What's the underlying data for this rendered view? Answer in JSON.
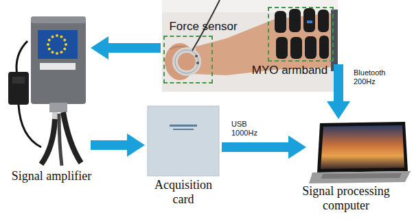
{
  "diagram": {
    "nodes": [
      {
        "text": [
          "Force sensor"
        ]
      },
      {
        "text": [
          "MYO armband"
        ]
      },
      {
        "text": [
          "Signal amplifier"
        ]
      },
      {
        "text": [
          "Acquisition card"
        ]
      },
      {
        "text": [
          "Signal processing computer"
        ]
      }
    ],
    "edges": [
      {
        "from": 0,
        "to": 2,
        "arrow": "to"
      },
      {
        "from": 2,
        "to": 3,
        "arrow": "to"
      },
      {
        "from": 3,
        "to": 4,
        "label": "USB 1000Hz",
        "arrow": "to"
      },
      {
        "from": 1,
        "to": 4,
        "label": "Bluetooth 200Hz",
        "arrow": "to"
      }
    ]
  }
}
